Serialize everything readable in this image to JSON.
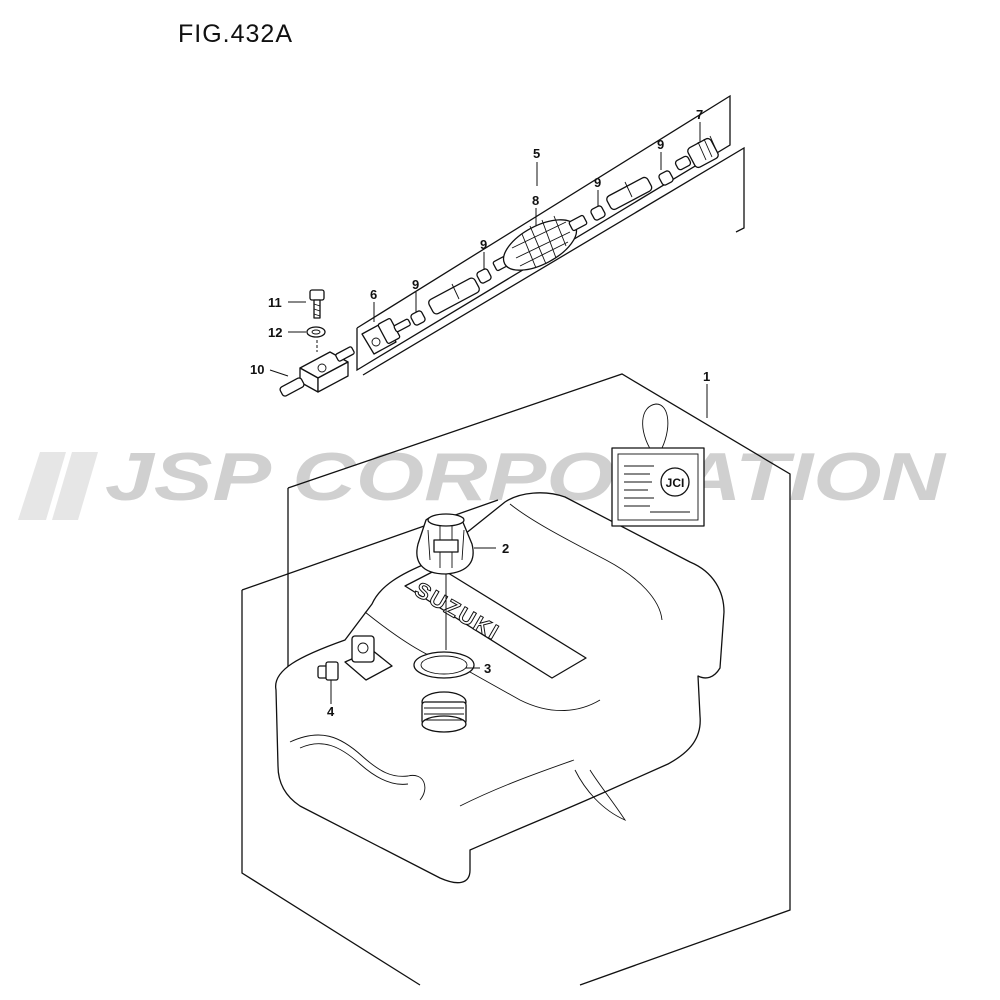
{
  "figure": {
    "title": "FIG.432A"
  },
  "watermark": {
    "text": "JSP CORPORATION"
  },
  "tank": {
    "brand": "SUZUKI"
  },
  "tag": {
    "logo": "JCI"
  },
  "callouts": {
    "tank": "1",
    "cap": "2",
    "gasket": "3",
    "fitting": "4",
    "hose_assy": "5",
    "connector_tank": "6",
    "connector_engine": "7",
    "primer_bulb": "8",
    "clip_a": "9",
    "clip_b": "9",
    "clip_c": "9",
    "clip_d": "9",
    "joint": "10",
    "bolt": "11",
    "washer": "12"
  }
}
